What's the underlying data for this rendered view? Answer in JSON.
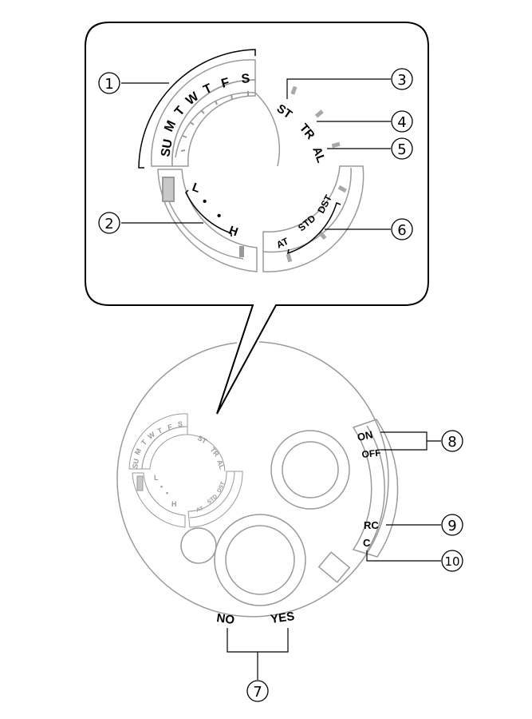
{
  "diagram": {
    "type": "watch-dial-callout",
    "colors": {
      "line": "#000000",
      "dial_line": "#9a9a9a",
      "marker_fill": "#a8a8a8",
      "indicator_fill": "#c8c8c8"
    }
  },
  "callout": {
    "weekdays": [
      "SU",
      "M",
      "T",
      "W",
      "T",
      "F",
      "S"
    ],
    "modes": [
      "ST",
      "TR",
      "AL"
    ],
    "power": [
      "L",
      "•",
      "•",
      "H"
    ],
    "dst": [
      "AT",
      "STD",
      "DST"
    ],
    "markers": [
      "1",
      "2",
      "3",
      "4",
      "5",
      "6"
    ]
  },
  "dial": {
    "weekdays": [
      "SU",
      "M",
      "T",
      "W",
      "T",
      "F",
      "S"
    ],
    "modes": [
      "ST",
      "TR",
      "AL"
    ],
    "power": [
      "L",
      "•",
      "•",
      "H"
    ],
    "dst": [
      "AT",
      "STD",
      "DST"
    ],
    "on_label": "ON",
    "off_label": "OFF",
    "rc_label": "RC",
    "c_label": "C",
    "no_label": "NO",
    "yes_label": "YES",
    "markers": [
      "7",
      "8",
      "9",
      "10"
    ]
  }
}
